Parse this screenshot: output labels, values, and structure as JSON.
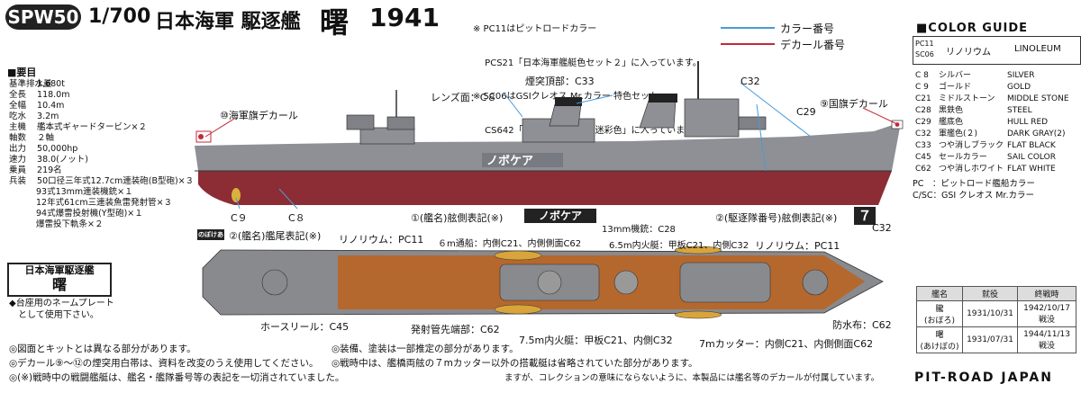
{
  "header": {
    "sku": "SPW50",
    "scale": "1/700",
    "subtitle": "日本海軍 駆逐艦",
    "ship": "曙",
    "year": "1941"
  },
  "top_notes": [
    "※ PC11はピットロードカラー",
    "　 PCS21「日本海軍艦艇色セット２」に入っています。",
    "※ SC06はGSIクレオス Mr.カラー 特色セット",
    "　 CS642「日本海軍日本船舶迷彩色」に入っています。"
  ],
  "legend": {
    "color_number": "カラー番号",
    "decal_number": "デカール番号",
    "color_line": "#4a9ad8",
    "decal_line": "#c4283a"
  },
  "specs": {
    "heading": "■要目",
    "rows": [
      {
        "k": "基準排水量",
        "v": "1,680t"
      },
      {
        "k": "全長",
        "v": "118.0m"
      },
      {
        "k": "全幅",
        "v": "10.4m"
      },
      {
        "k": "吃水",
        "v": "3.2m"
      },
      {
        "k": "主機",
        "v": "艦本式ギャードタービン×２"
      },
      {
        "k": "軸数",
        "v": "２軸"
      },
      {
        "k": "出力",
        "v": "50,000hp"
      },
      {
        "k": "速力",
        "v": "38.0(ノット)"
      },
      {
        "k": "乗員",
        "v": "219名"
      },
      {
        "k": "兵装",
        "v": "50口径三年式12.7cm連装砲(B型砲)×３"
      }
    ],
    "weapons": [
      "93式13mm連装機銃×１",
      "12年式61cm三連装魚雷発射管×３",
      "94式爆雷投射機(Y型砲)×１",
      "爆雷投下軌条×２"
    ]
  },
  "color_guide": {
    "title": "■COLOR GUIDE",
    "linoleum": {
      "c1": "PC11",
      "c2": "SC06",
      "jp": "リノリウム",
      "en": "LINOLEUM"
    },
    "rows": [
      {
        "c": "C 8",
        "jp": "シルバー",
        "en": "SILVER"
      },
      {
        "c": "C 9",
        "jp": "ゴールド",
        "en": "GOLD"
      },
      {
        "c": "C21",
        "jp": "ミドルストーン",
        "en": "MIDDLE STONE"
      },
      {
        "c": "C28",
        "jp": "黒鉄色",
        "en": "STEEL"
      },
      {
        "c": "C29",
        "jp": "艦底色",
        "en": "HULL RED"
      },
      {
        "c": "C32",
        "jp": "軍艦色(２)",
        "en": "DARK GRAY(2)"
      },
      {
        "c": "C33",
        "jp": "つや消しブラック",
        "en": "FLAT BLACK"
      },
      {
        "c": "C45",
        "jp": "セールカラー",
        "en": "SAIL COLOR"
      },
      {
        "c": "C62",
        "jp": "つや消しホワイト",
        "en": "FLAT WHITE"
      }
    ],
    "foot1": "PC　：ピットロード艦船カラー",
    "foot2": "C/SC：GSI クレオス Mr.カラー"
  },
  "side_callouts": {
    "lens": "レンズ面：C８",
    "funnel": "煙突頂部：C33",
    "c32": "C32",
    "c29": "C29",
    "flag_decal": "⑨国旗デカール",
    "ensign_decal": "⑩海軍旗デカール",
    "c9": "C９",
    "c8": "C８",
    "hull_name": "ノボケア",
    "name_label": "①(艦名)舷側表記(※)",
    "div_label": "②(駆逐隊番号)舷側表記(※)",
    "div_number": "７",
    "stern_label": "②(艦名)艦尾表記(※)",
    "stern_mini": "のぼけあ"
  },
  "top_callouts": {
    "lino_l": "リノリウム：PC11",
    "cutter6": "６m通船：内側C21、内側側面C62",
    "mg": "13mm機銃：C28",
    "boat65": "6.5m内火艇：甲板C21、内側C32",
    "lino_r": "リノリウム：PC11",
    "c32": "C32",
    "hose": "ホースリール：C45",
    "tube": "発射管先端部：C62",
    "boat75": "7.5m内火艇：甲板C21、内側C32",
    "cutter7": "7mカッター：内側C21、内側側面C62",
    "canvas": "防水布：C62"
  },
  "nameplate": {
    "line1": "日本海軍駆逐艦",
    "line2": "曙",
    "note1": "◆台座用のネームプレート",
    "note2": "　として使用下さい。"
  },
  "bottom_notes": [
    "◎図面とキットとは異なる部分があります。",
    "◎デカール⑨～⑫の煙突用白帯は、資料を改変のうえ使用してください。",
    "◎(※)戦時中の戦闘艦艇は、艦名・艦隊番号等の表記を一切消されていました。"
  ],
  "bottom_notes_right": [
    "◎装備、塗装は一部推定の部分があります。",
    "◎戦時中は、艦橋両舷の７mカッター以外の搭載艇は省略されていた部分があります。",
    "ますが、コレクションの意味にならないように、本製品には艦名等のデカールが付属しています。"
  ],
  "ship_table": {
    "headers": [
      "艦名",
      "就役",
      "終戦時"
    ],
    "rows": [
      {
        "name": "朧",
        "kana": "(おぼろ)",
        "commission": "1931/10/31",
        "fate": "1942/10/17",
        "fate2": "戦没"
      },
      {
        "name": "曙",
        "kana": "(あけぼの)",
        "commission": "1931/07/31",
        "fate": "1944/11/13",
        "fate2": "戦没"
      }
    ]
  },
  "brand": "PIT-ROAD JAPAN",
  "colors": {
    "hull_gray": "#8e9096",
    "hull_red": "#8c2c34",
    "deck_brown": "#b5682d",
    "deck_gray": "#888a8e"
  }
}
